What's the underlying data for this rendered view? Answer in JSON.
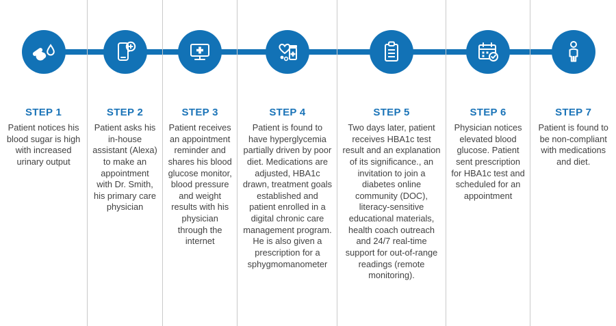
{
  "colors": {
    "accent": "#1272b6",
    "heading": "#1b74b8",
    "body_text": "#414141",
    "divider": "#c9c9c9"
  },
  "steps": [
    {
      "label": "STEP 1",
      "icon": "blood-test-icon",
      "description": "Patient notices his blood sugar is high with increased urinary output"
    },
    {
      "label": "STEP 2",
      "icon": "phone-assistant-icon",
      "description": "Patient asks his in-house assistant (Alexa) to make an appointment with Dr. Smith, his primary care physician"
    },
    {
      "label": "STEP 3",
      "icon": "telehealth-monitor-icon",
      "description": "Patient receives an appointment reminder and shares his blood glucose monitor, blood pressure and weight results with his physician through the internet"
    },
    {
      "label": "STEP 4",
      "icon": "heart-medication-icon",
      "description": "Patient is found to have hyperglycemia partially driven by poor diet. Medications are adjusted, HBA1c drawn, treatment goals established and patient enrolled in a digital chronic care management program. He is also given a prescription for a sphygmomanometer"
    },
    {
      "label": "STEP 5",
      "icon": "clipboard-icon",
      "description": "Two days later, patient receives HBA1c test result and an explanation of its significance., an invitation to join a diabetes online community (DOC), literacy-sensitive educational materials, health coach outreach and 24/7 real-time support for out-of-range readings (remote monitoring)."
    },
    {
      "label": "STEP 6",
      "icon": "calendar-check-icon",
      "description": "Physician notices elevated blood glucose. Patient sent prescription for HBA1c test and scheduled for an appointment"
    },
    {
      "label": "STEP 7",
      "icon": "patient-body-icon",
      "description": "Patient is found to be non-compliant with medications and diet."
    }
  ]
}
